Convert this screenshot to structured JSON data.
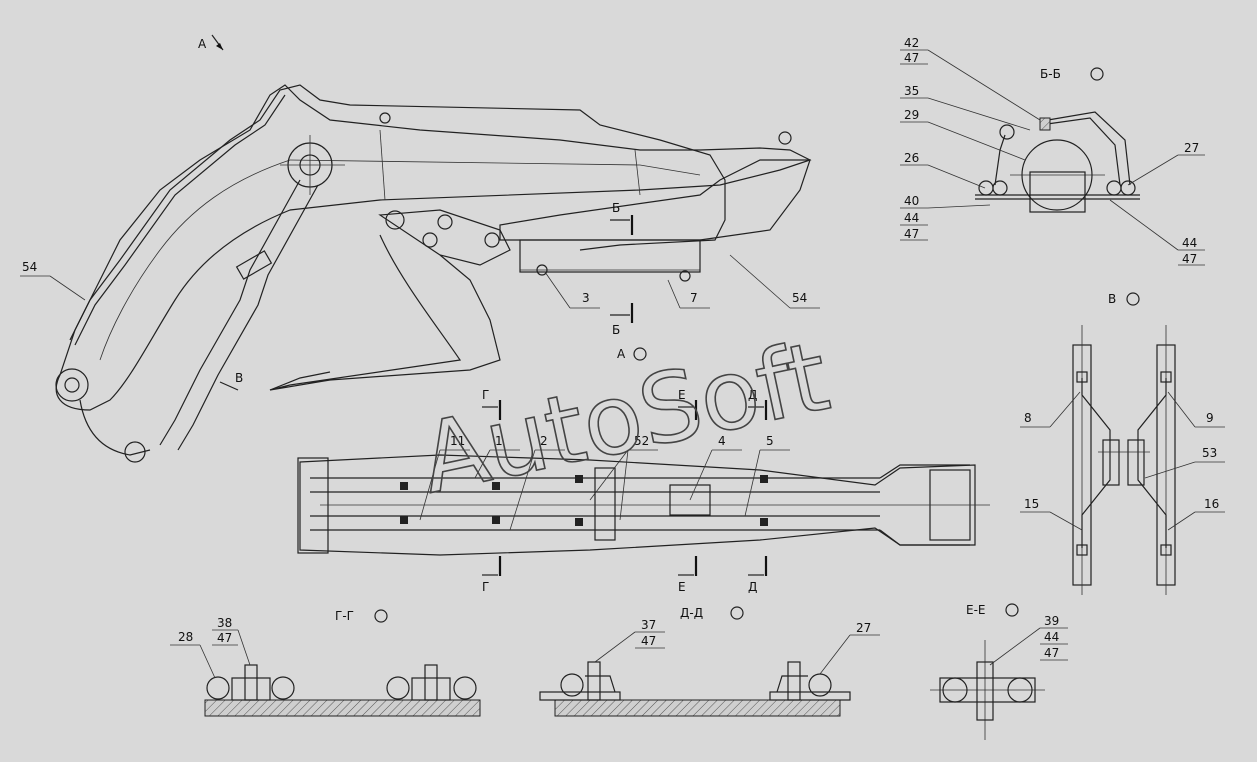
{
  "view_labels": {
    "view_a_top": "А",
    "section_bb": "Б-Б",
    "view_v": "В",
    "view_a_mid": "А",
    "view_v_arrow": "В",
    "section_gg": "Г-Г",
    "section_dd": "Д-Д",
    "section_ee": "Е-Е"
  },
  "cut_letters": {
    "b_top": "Б",
    "b_bottom": "Б",
    "g_top": "Г",
    "g_bottom": "Г",
    "e_top": "Е",
    "e_bottom": "Е",
    "d_top": "Д",
    "d_bottom": "Д"
  },
  "callouts": {
    "c54_left": "54",
    "c3": "3",
    "c7": "7",
    "c54_right": "54",
    "c42": "42",
    "c47_a": "47",
    "c35": "35",
    "c29": "29",
    "c26": "26",
    "c27_bb": "27",
    "c40": "40",
    "c44_a": "44",
    "c47_b": "47",
    "c44_b": "44",
    "c47_c": "47",
    "c8": "8",
    "c9": "9",
    "c53": "53",
    "c15": "15",
    "c16": "16",
    "c11": "11",
    "c1": "1",
    "c2": "2",
    "c52": "52",
    "c4": "4",
    "c5": "5",
    "c38": "38",
    "c47_d": "47",
    "c28": "28",
    "c37": "37",
    "c47_e": "47",
    "c27_dd": "27",
    "c39": "39",
    "c44_c": "44",
    "c47_f": "47"
  },
  "watermark": "AutoSoft"
}
